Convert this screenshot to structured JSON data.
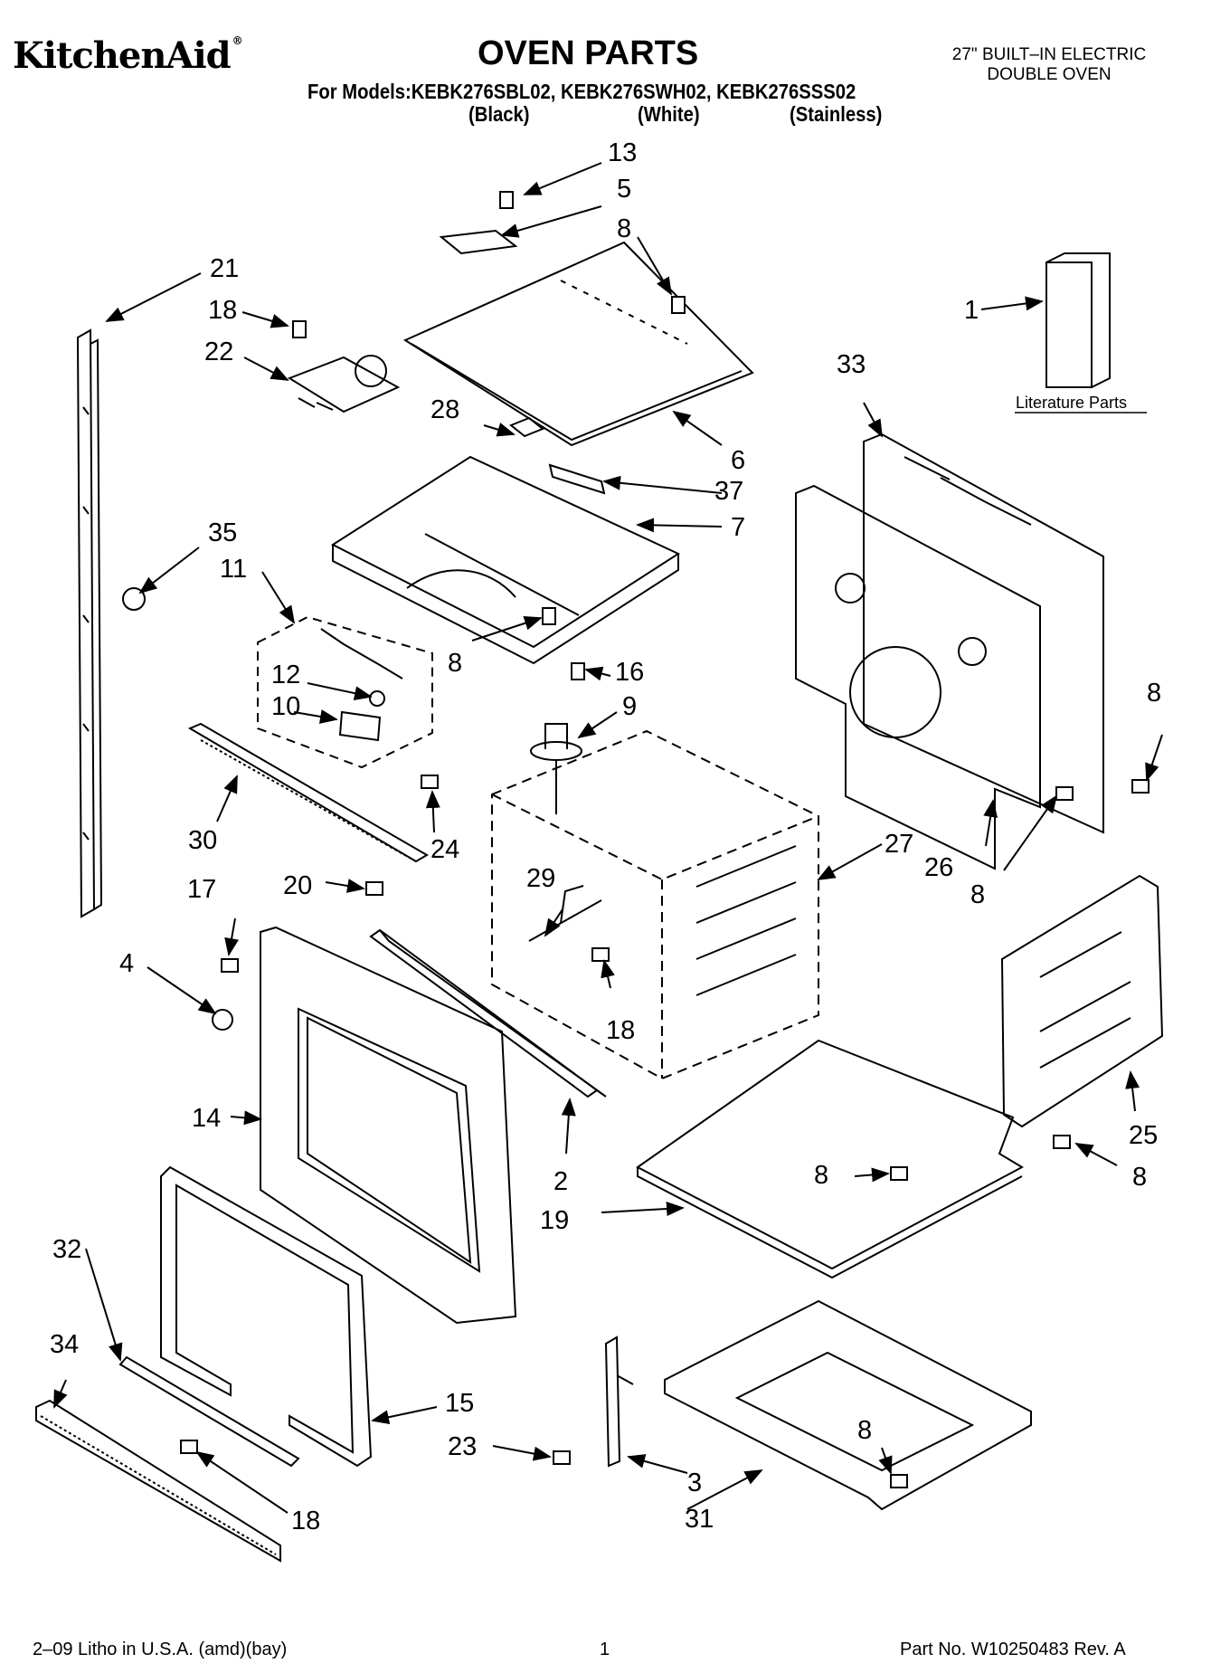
{
  "header": {
    "brand": "KitchenAid",
    "title": "OVEN PARTS",
    "appliance_line1": "27\" BUILT–IN ELECTRIC",
    "appliance_line2": "DOUBLE OVEN",
    "models": "For Models:KEBK276SBL02, KEBK276SWH02, KEBK276SSS02",
    "variants": [
      "(Black)",
      "(White)",
      "(Stainless)"
    ]
  },
  "literature_label": "Literature Parts",
  "callouts": [
    "1",
    "2",
    "3",
    "4",
    "5",
    "6",
    "7",
    "8",
    "9",
    "10",
    "11",
    "12",
    "13",
    "14",
    "15",
    "16",
    "17",
    "18",
    "19",
    "20",
    "21",
    "22",
    "23",
    "24",
    "25",
    "26",
    "27",
    "28",
    "29",
    "30",
    "31",
    "32",
    "33",
    "34",
    "35",
    "37"
  ],
  "footer": {
    "litho": "2–09 Litho in U.S.A. (amd)(bay)",
    "page": "1",
    "part_no": "Part No. W10250483 Rev. A"
  }
}
